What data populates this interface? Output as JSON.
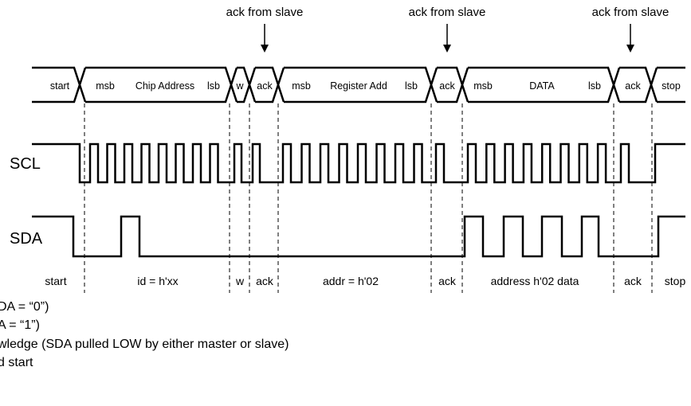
{
  "callouts": [
    "ack from slave",
    "ack from slave",
    "ack from slave"
  ],
  "bus_fields": {
    "start": "start",
    "chip_msb": "msb",
    "chip_name": "Chip Address",
    "chip_lsb": "lsb",
    "w": "w",
    "ack1": "ack",
    "reg_msb": "msb",
    "reg_name": "Register Add",
    "reg_lsb": "lsb",
    "ack2": "ack",
    "data_msb": "msb",
    "data_name": "DATA",
    "data_lsb": "lsb",
    "ack3": "ack",
    "stop": "stop"
  },
  "signals": {
    "scl": "SCL",
    "sda": "SDA"
  },
  "bottom_labels": {
    "start": "start",
    "id": "id = h'xx",
    "w": "w",
    "ack1": "ack",
    "addr": "addr = h'02",
    "ack2": "ack",
    "data": "address h'02 data",
    "ack3": "ack",
    "stop": "stop"
  },
  "legend": [
    "DA = “0”)",
    "A = “1”)",
    "wledge (SDA pulled LOW by either master or slave)",
    "d start"
  ]
}
